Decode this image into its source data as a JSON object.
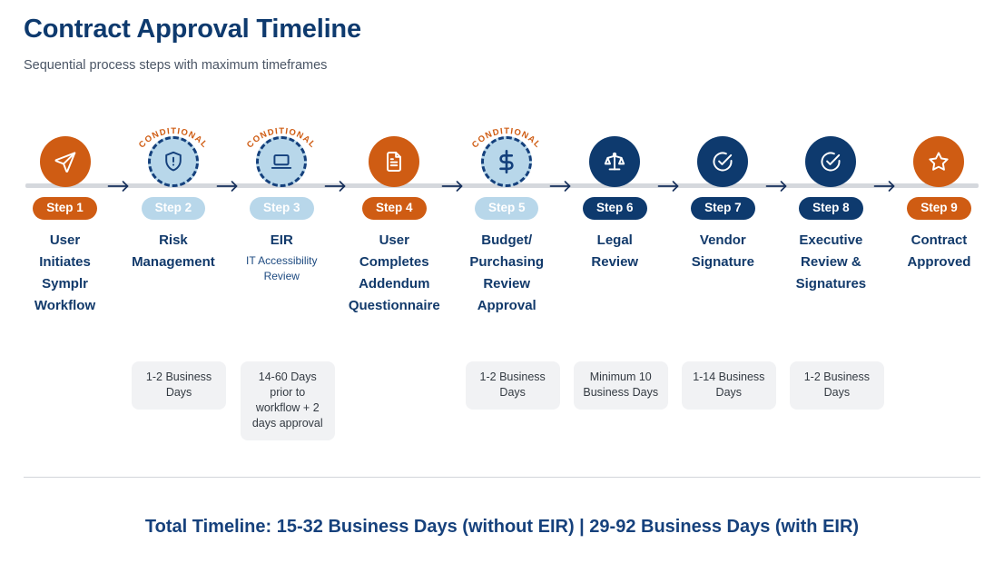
{
  "header": {
    "title": "Contract Approval Timeline",
    "subtitle": "Sequential process steps with maximum timeframes"
  },
  "colors": {
    "navy": "#0e3a6e",
    "orange": "#cf5c13",
    "light_blue": "#b8d7ea",
    "connector_gray": "#d5d8dd",
    "chip_bg": "#f1f2f4",
    "title_navy": "#0e3a6e"
  },
  "conditional_label": "CONDITIONAL",
  "steps": [
    {
      "badge": "Step 1",
      "label": "User Initiates Symplr Workflow",
      "sublabel": "",
      "icon": "send-icon",
      "style": "solid-orange",
      "badge_style": "orange",
      "conditional": false,
      "duration": ""
    },
    {
      "badge": "Step 2",
      "label": "Risk Management",
      "sublabel": "",
      "icon": "shield-alert-icon",
      "style": "cond",
      "badge_style": "light",
      "conditional": true,
      "duration": "1-2 Business Days"
    },
    {
      "badge": "Step 3",
      "label": "EIR",
      "sublabel": "IT Accessibility Review",
      "icon": "laptop-icon",
      "style": "cond",
      "badge_style": "light",
      "conditional": true,
      "duration": "14-60 Days prior to workflow + 2 days approval"
    },
    {
      "badge": "Step 4",
      "label": "User Completes Addendum Questionnaire",
      "sublabel": "",
      "icon": "document-icon",
      "style": "solid-orange",
      "badge_style": "orange",
      "conditional": false,
      "duration": ""
    },
    {
      "badge": "Step 5",
      "label": "Budget/ Purchasing Review Approval",
      "sublabel": "",
      "icon": "dollar-icon",
      "style": "cond",
      "badge_style": "light",
      "conditional": true,
      "duration": "1-2 Business Days"
    },
    {
      "badge": "Step 6",
      "label": "Legal Review",
      "sublabel": "",
      "icon": "scales-icon",
      "style": "solid-navy",
      "badge_style": "navy",
      "conditional": false,
      "duration": "Minimum 10 Business Days"
    },
    {
      "badge": "Step 7",
      "label": "Vendor Signature",
      "sublabel": "",
      "icon": "check-circle-icon",
      "style": "solid-navy",
      "badge_style": "navy",
      "conditional": false,
      "duration": "1-14 Business Days"
    },
    {
      "badge": "Step 8",
      "label": "Executive Review & Signatures",
      "sublabel": "",
      "icon": "check-circle-icon",
      "style": "solid-navy",
      "badge_style": "navy",
      "conditional": false,
      "duration": "1-2 Business Days"
    },
    {
      "badge": "Step 9",
      "label": "Contract Approved",
      "sublabel": "",
      "icon": "star-icon",
      "style": "solid-orange",
      "badge_style": "orange",
      "conditional": false,
      "duration": ""
    }
  ],
  "footer": {
    "total": "Total Timeline: 15-32 Business Days (without EIR) | 29-92 Business Days (with EIR)"
  }
}
